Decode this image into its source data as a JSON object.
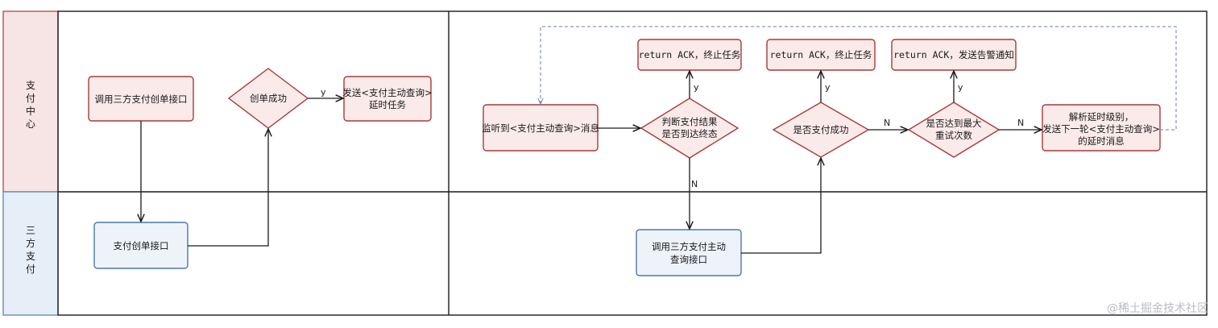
{
  "lanes": {
    "top": [
      "支",
      "付",
      "中",
      "心"
    ],
    "bottom": [
      "三",
      "方",
      "支",
      "付"
    ]
  },
  "nodes": {
    "call_create": "调用三方支付创单接口",
    "create_ok": "创单成功",
    "send_delay": [
      "发送<支付主动查询>",
      "延时任务"
    ],
    "listen": "监听到<支付主动查询>消息",
    "judge": [
      "判断支付结果",
      "是否到达终态"
    ],
    "ack1": "return ACK，终止任务",
    "is_paid": "是否支付成功",
    "ack2": "return ACK，终止任务",
    "max_retry": [
      "是否达到最大",
      "重试次数"
    ],
    "ack3": "return ACK，发送告警通知",
    "parse": [
      "解析延时级别，",
      "发送下一轮<支付主动查询>",
      "的延时消息"
    ],
    "pay_create": "支付创单接口",
    "call_query": [
      "调用三方支付主动",
      "查询接口"
    ]
  },
  "edge_labels": {
    "yes": "y",
    "no": "N"
  },
  "watermark": "@稀土掘金技术社区"
}
